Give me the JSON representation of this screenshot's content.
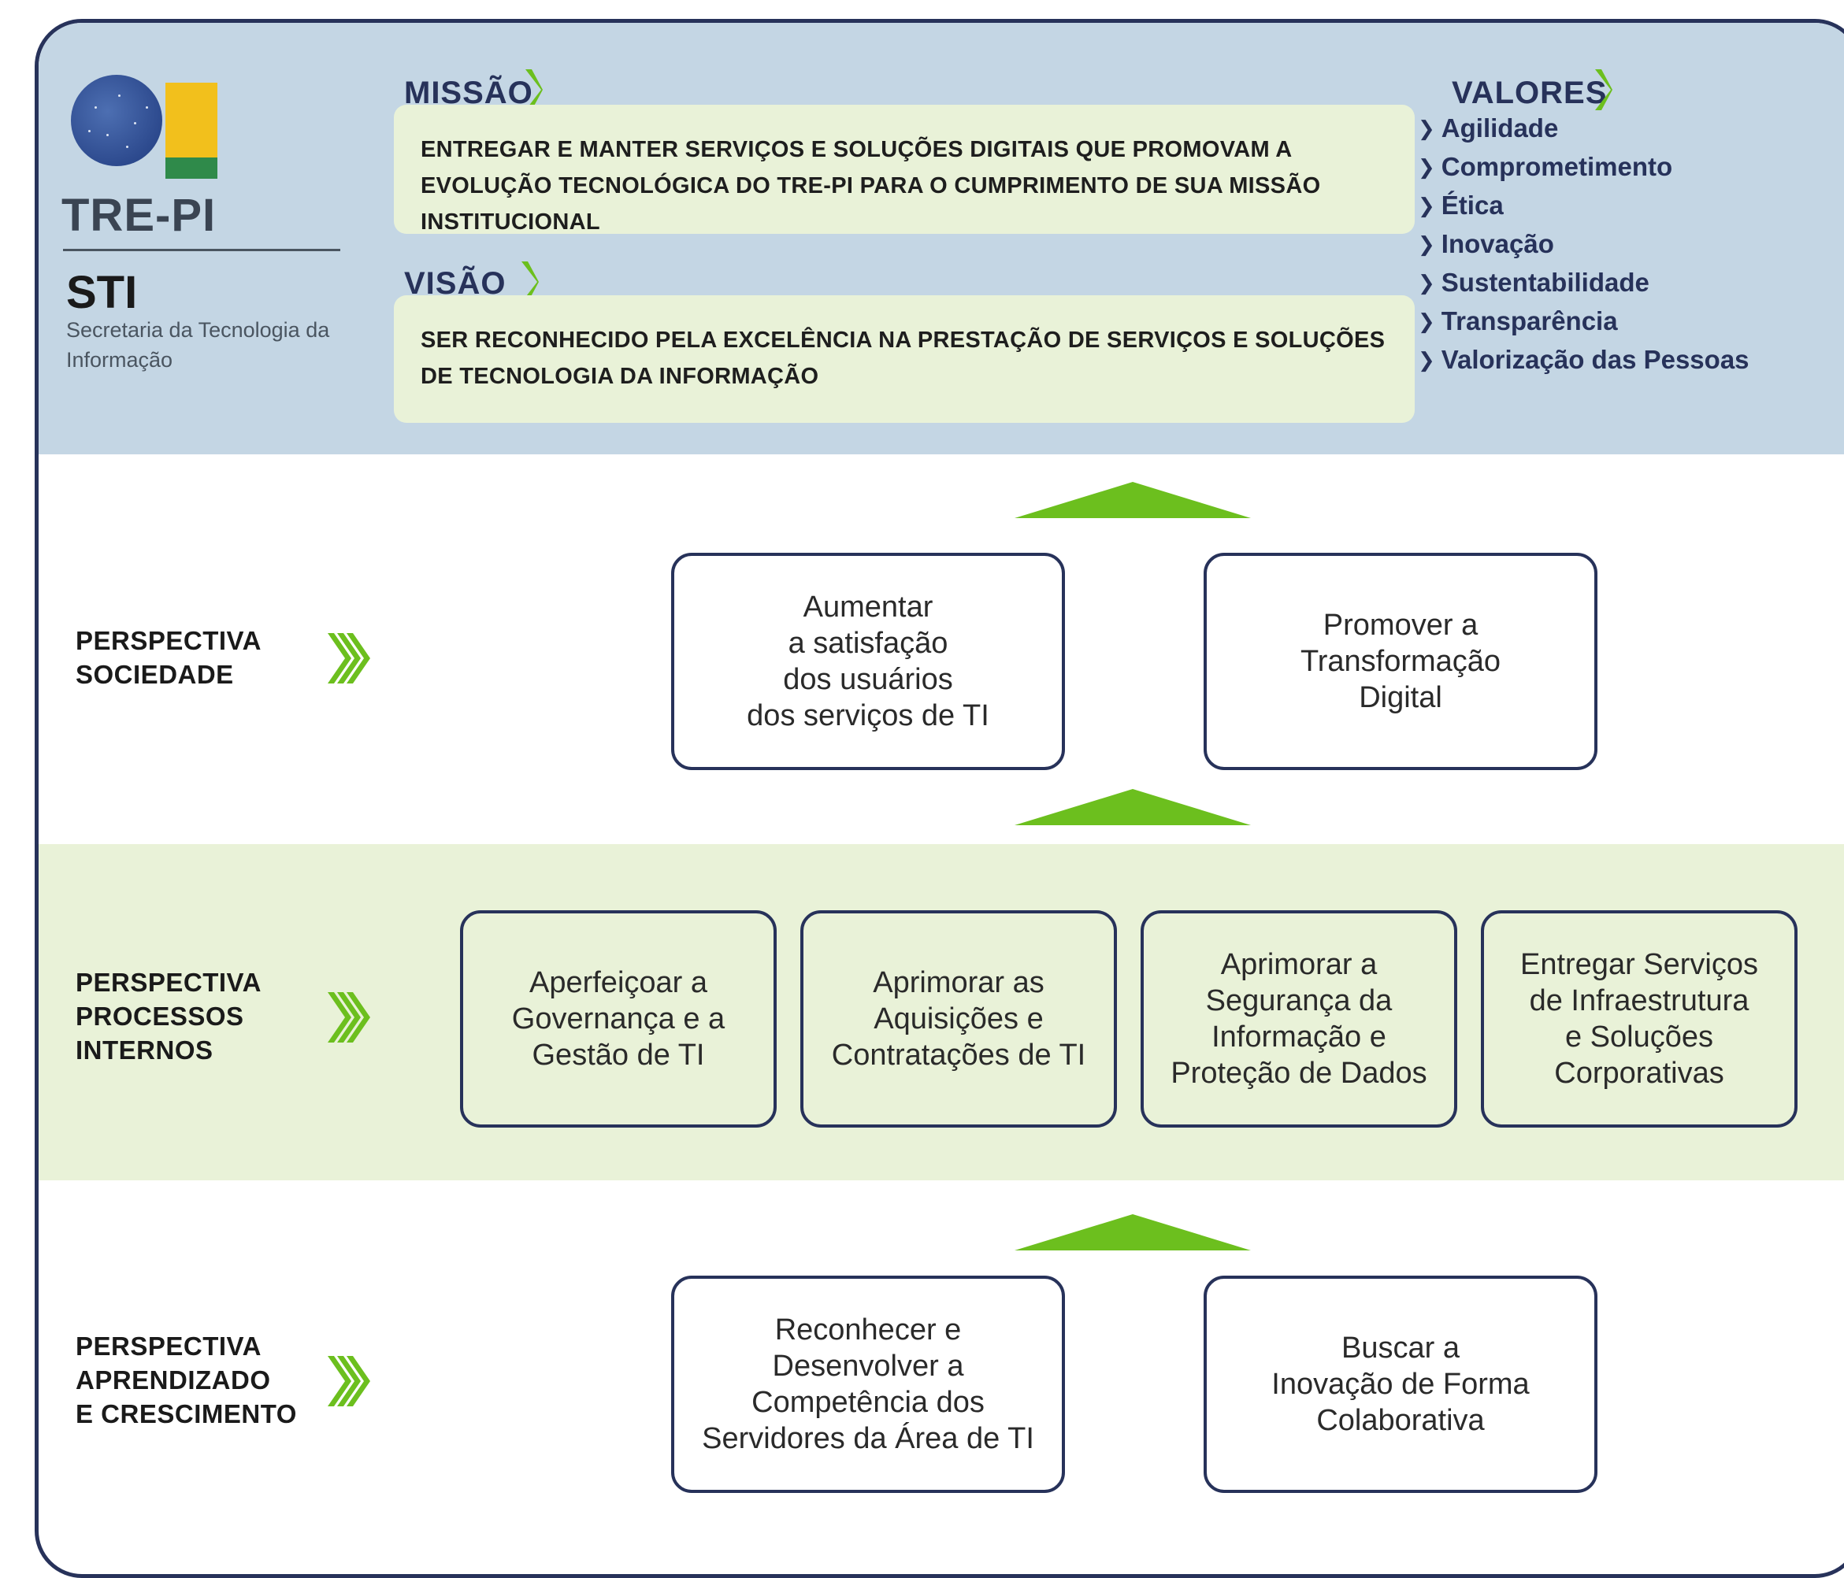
{
  "header": {
    "logo_text": "TRE-PI",
    "unit_abbr": "STI",
    "unit_name": "Secretaria da Tecnologia da Informação"
  },
  "missao": {
    "title": "MISSÃO",
    "text": "ENTREGAR E MANTER SERVIÇOS E SOLUÇÕES DIGITAIS QUE PROMOVAM A EVOLUÇÃO TECNOLÓGICA DO TRE-PI PARA O CUMPRIMENTO DE SUA MISSÃO INSTITUCIONAL"
  },
  "visao": {
    "title": "VISÃO",
    "text": "SER RECONHECIDO PELA EXCELÊNCIA NA PRESTAÇÃO DE SERVIÇOS E SOLUÇÕES DE TECNOLOGIA DA INFORMAÇÃO"
  },
  "valores": {
    "title": "VALORES",
    "bullet": "❯",
    "items": [
      "Agilidade",
      "Comprometimento",
      "Ética",
      "Inovação",
      "Sustentabilidade",
      "Transparência",
      "Valorização das Pessoas"
    ]
  },
  "perspectives": {
    "sociedade": {
      "label_1": "PERSPECTIVA",
      "label_2": "SOCIEDADE",
      "objectives": [
        "Aumentar\na satisfação\ndos usuários\ndos serviços de TI",
        "Promover a\nTransformação\nDigital"
      ]
    },
    "processos": {
      "label_1": "PERSPECTIVA",
      "label_2": "PROCESSOS",
      "label_3": "INTERNOS",
      "objectives": [
        "Aperfeiçoar a\nGovernança e a\nGestão de TI",
        "Aprimorar as\nAquisições e\nContratações de TI",
        "Aprimorar a\nSegurança da\nInformação e\nProteção de Dados",
        "Entregar Serviços\nde Infraestrutura\ne Soluções\nCorporativas"
      ]
    },
    "aprendizado": {
      "label_1": "PERSPECTIVA",
      "label_2": "APRENDIZADO",
      "label_3": "E CRESCIMENTO",
      "objectives": [
        "Reconhecer e\nDesenvolver a\nCompetência dos\nServidores da Área de TI",
        "Buscar a\nInovação de Forma\nColaborativa"
      ]
    }
  },
  "colors": {
    "navy": "#27325a",
    "green_accent": "#6cbf1e",
    "top_band": "#c4d6e4",
    "light_green": "#e9f2d8"
  }
}
